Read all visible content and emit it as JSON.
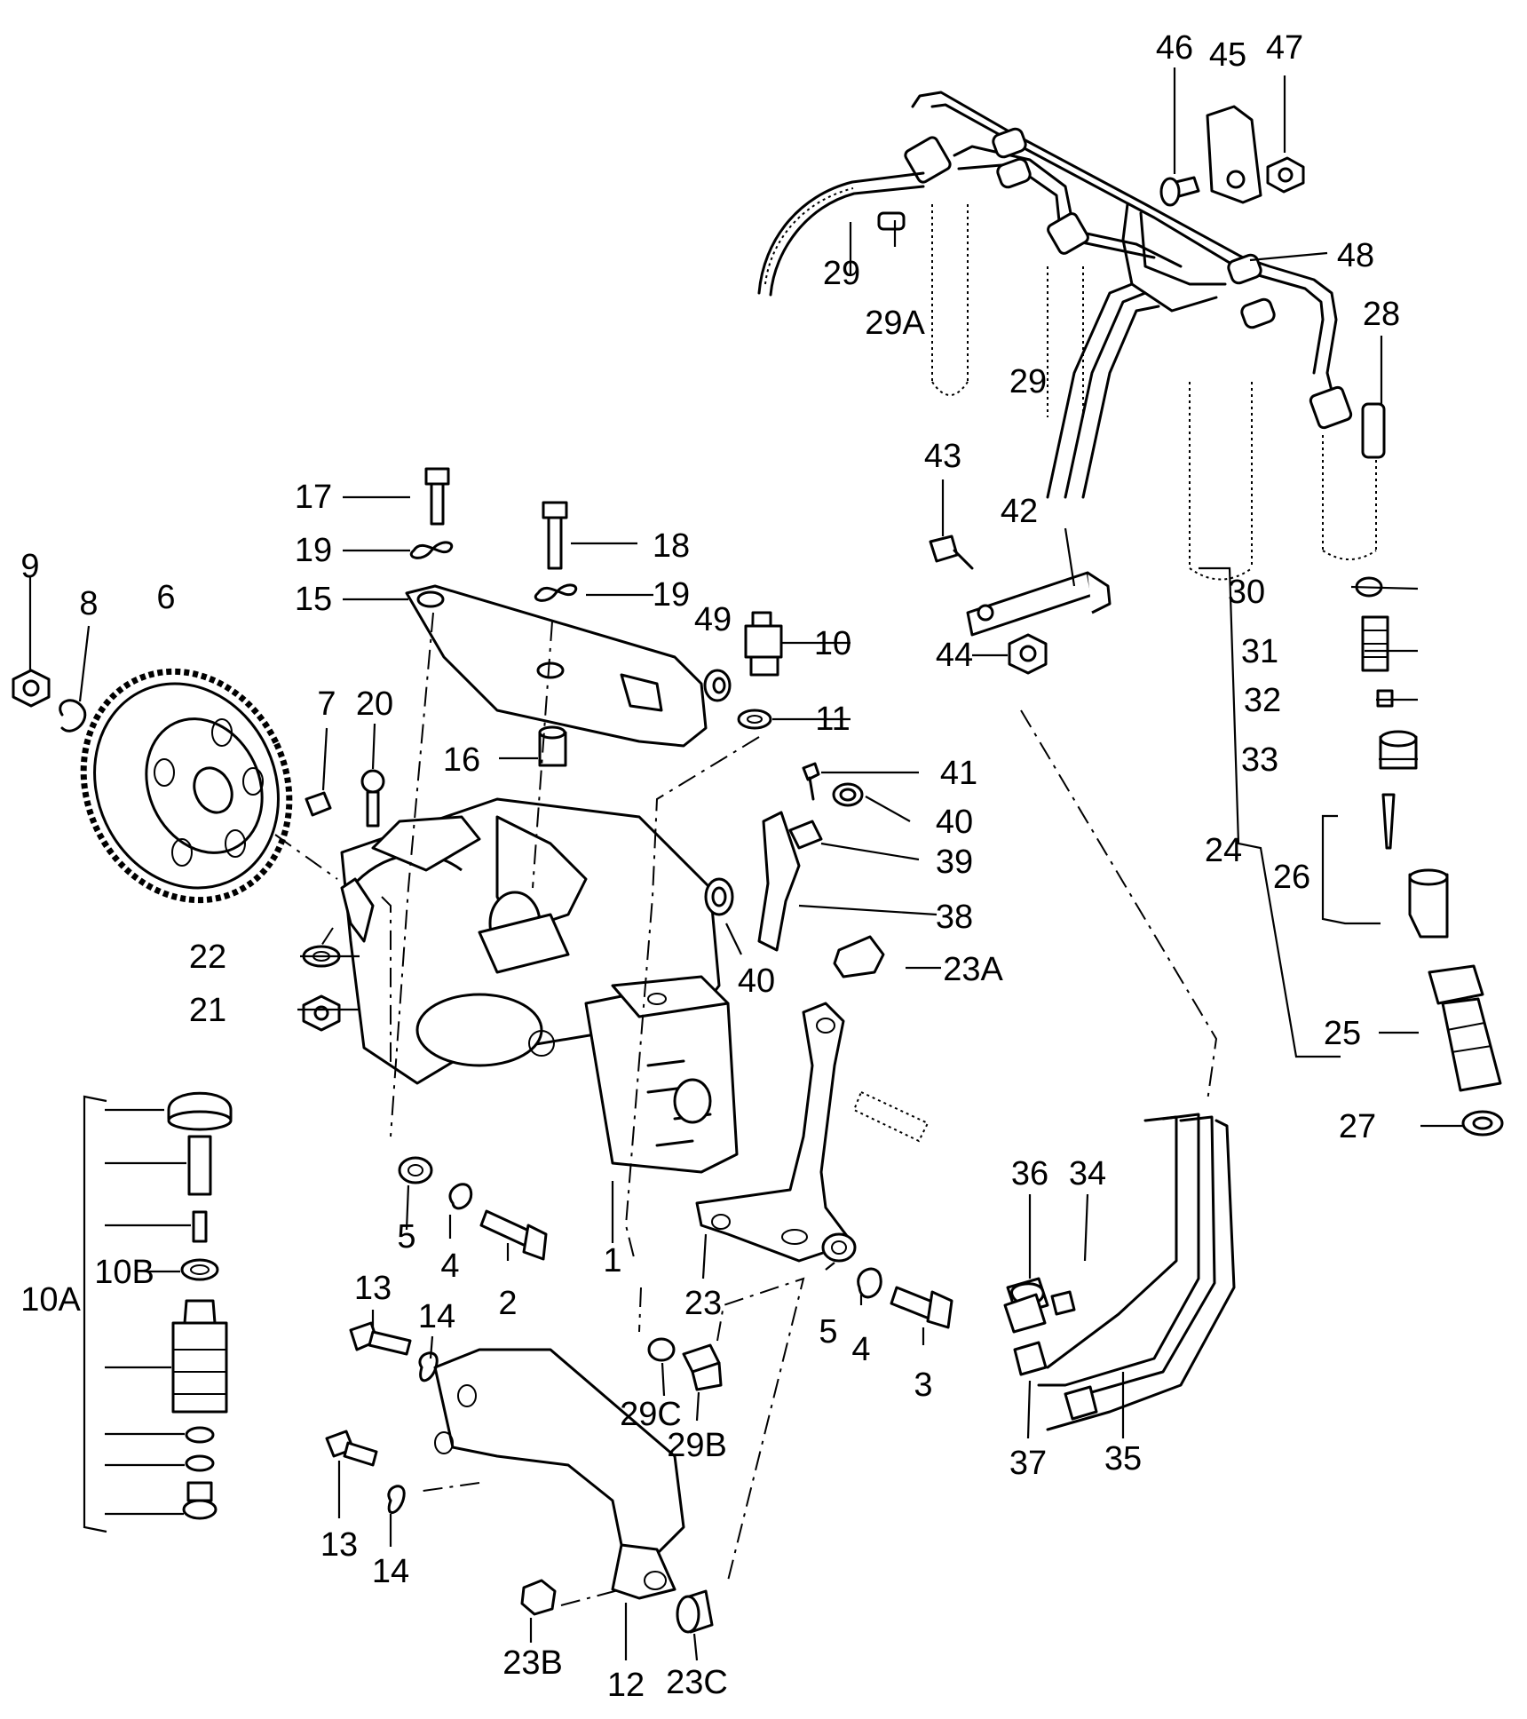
{
  "colors": {
    "ink": "#000000",
    "paper": "#ffffff"
  },
  "callouts": [
    {
      "id": "46",
      "text": "46"
    },
    {
      "id": "45",
      "text": "45"
    },
    {
      "id": "47",
      "text": "47"
    },
    {
      "id": "48",
      "text": "48"
    },
    {
      "id": "29a",
      "text": "29"
    },
    {
      "id": "29A",
      "text": "29A"
    },
    {
      "id": "29b",
      "text": "29"
    },
    {
      "id": "28",
      "text": "28"
    },
    {
      "id": "43",
      "text": "43"
    },
    {
      "id": "42",
      "text": "42"
    },
    {
      "id": "17",
      "text": "17"
    },
    {
      "id": "18",
      "text": "18"
    },
    {
      "id": "19a",
      "text": "19"
    },
    {
      "id": "19b",
      "text": "19"
    },
    {
      "id": "15",
      "text": "15"
    },
    {
      "id": "49",
      "text": "49"
    },
    {
      "id": "10",
      "text": "10"
    },
    {
      "id": "9",
      "text": "9"
    },
    {
      "id": "8",
      "text": "8"
    },
    {
      "id": "6",
      "text": "6"
    },
    {
      "id": "7",
      "text": "7"
    },
    {
      "id": "20",
      "text": "20"
    },
    {
      "id": "16",
      "text": "16"
    },
    {
      "id": "11",
      "text": "11"
    },
    {
      "id": "44",
      "text": "44"
    },
    {
      "id": "30",
      "text": "30"
    },
    {
      "id": "31",
      "text": "31"
    },
    {
      "id": "32",
      "text": "32"
    },
    {
      "id": "33",
      "text": "33"
    },
    {
      "id": "41",
      "text": "41"
    },
    {
      "id": "40a",
      "text": "40"
    },
    {
      "id": "39",
      "text": "39"
    },
    {
      "id": "24",
      "text": "24"
    },
    {
      "id": "26",
      "text": "26"
    },
    {
      "id": "38",
      "text": "38"
    },
    {
      "id": "22",
      "text": "22"
    },
    {
      "id": "40b",
      "text": "40"
    },
    {
      "id": "23A",
      "text": "23A"
    },
    {
      "id": "21",
      "text": "21"
    },
    {
      "id": "25",
      "text": "25"
    },
    {
      "id": "27",
      "text": "27"
    },
    {
      "id": "10A",
      "text": "10A"
    },
    {
      "id": "10B",
      "text": "10B"
    },
    {
      "id": "5a",
      "text": "5"
    },
    {
      "id": "4a",
      "text": "4"
    },
    {
      "id": "1",
      "text": "1"
    },
    {
      "id": "2",
      "text": "2"
    },
    {
      "id": "36",
      "text": "36"
    },
    {
      "id": "34",
      "text": "34"
    },
    {
      "id": "23",
      "text": "23"
    },
    {
      "id": "5b",
      "text": "5"
    },
    {
      "id": "4b",
      "text": "4"
    },
    {
      "id": "3",
      "text": "3"
    },
    {
      "id": "13a",
      "text": "13"
    },
    {
      "id": "14a",
      "text": "14"
    },
    {
      "id": "29C",
      "text": "29C"
    },
    {
      "id": "29B",
      "text": "29B"
    },
    {
      "id": "37",
      "text": "37"
    },
    {
      "id": "35",
      "text": "35"
    },
    {
      "id": "13b",
      "text": "13"
    },
    {
      "id": "14b",
      "text": "14"
    },
    {
      "id": "23B",
      "text": "23B"
    },
    {
      "id": "12",
      "text": "12"
    },
    {
      "id": "23C",
      "text": "23C"
    }
  ]
}
